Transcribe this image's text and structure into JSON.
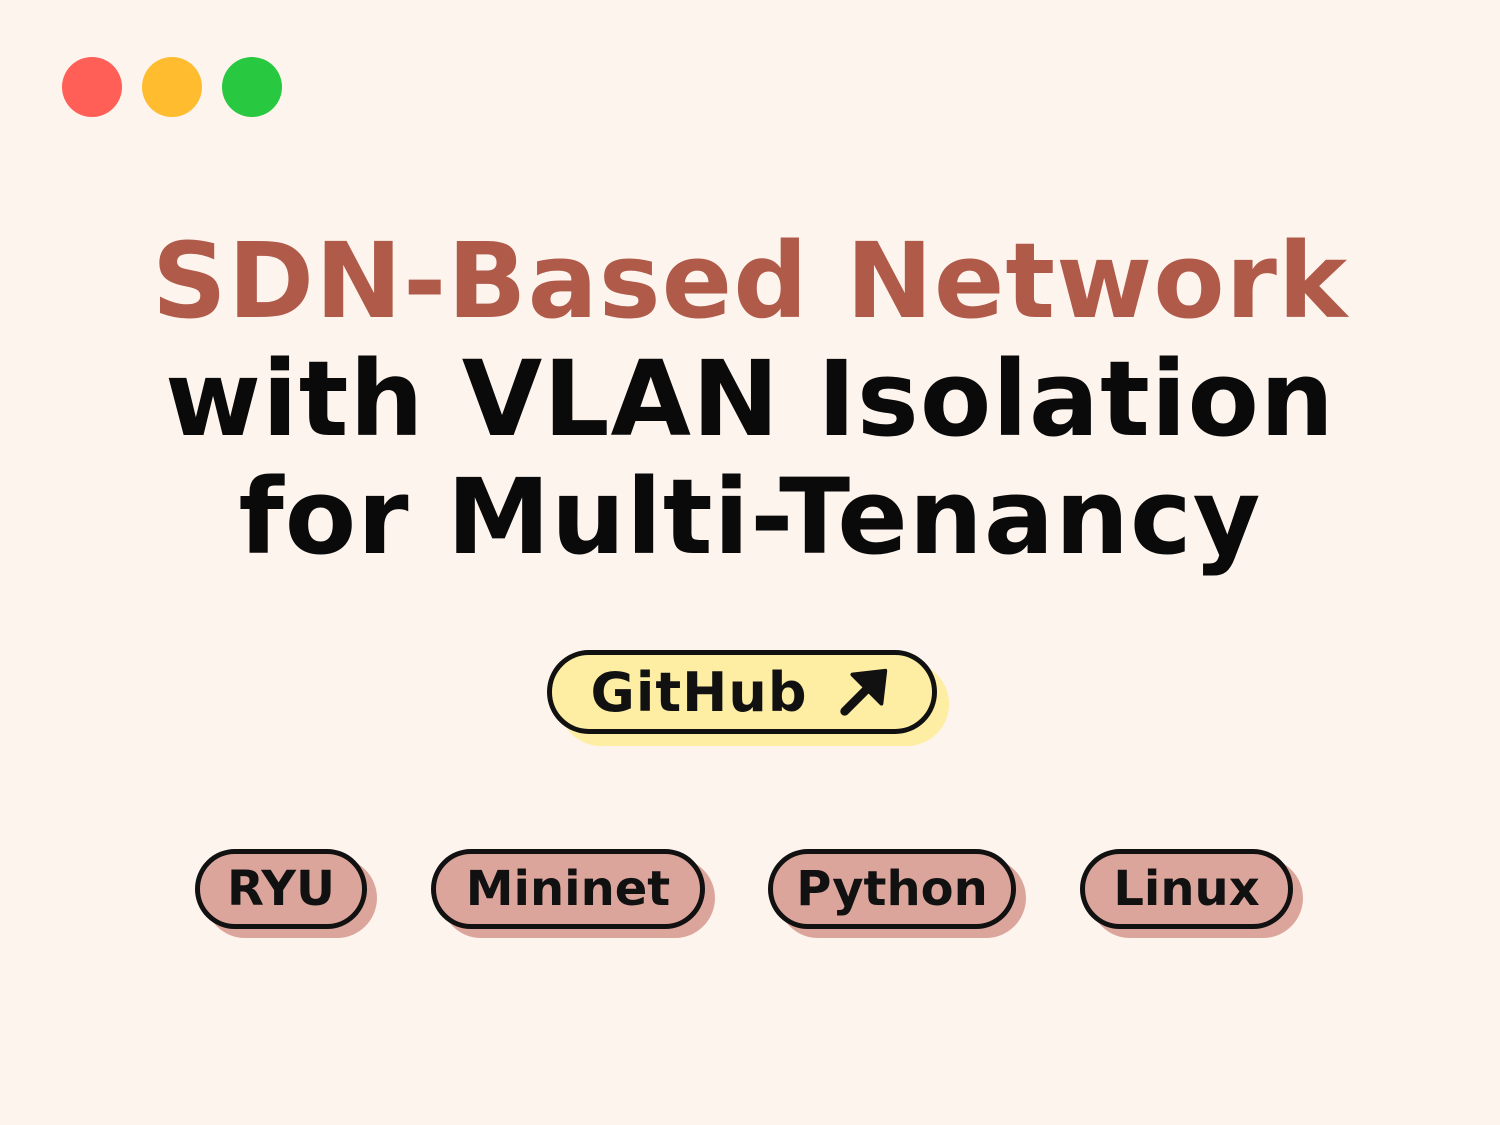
{
  "window_controls": {
    "close_color": "#ff5f57",
    "minimize_color": "#febc2e",
    "maximize_color": "#28c840"
  },
  "title": {
    "line1": "SDN-Based Network",
    "line2": "with VLAN Isolation",
    "line3": "for Multi-Tenancy",
    "accent_color": "#b05a4a"
  },
  "github_button": {
    "label": "GitHub",
    "icon": "arrow-up-right-icon",
    "background": "#fdeea3"
  },
  "tags": [
    {
      "label": "RYU"
    },
    {
      "label": "Mininet"
    },
    {
      "label": "Python"
    },
    {
      "label": "Linux"
    }
  ],
  "tag_color": "#dca59c",
  "background_color": "#fdf4ed"
}
